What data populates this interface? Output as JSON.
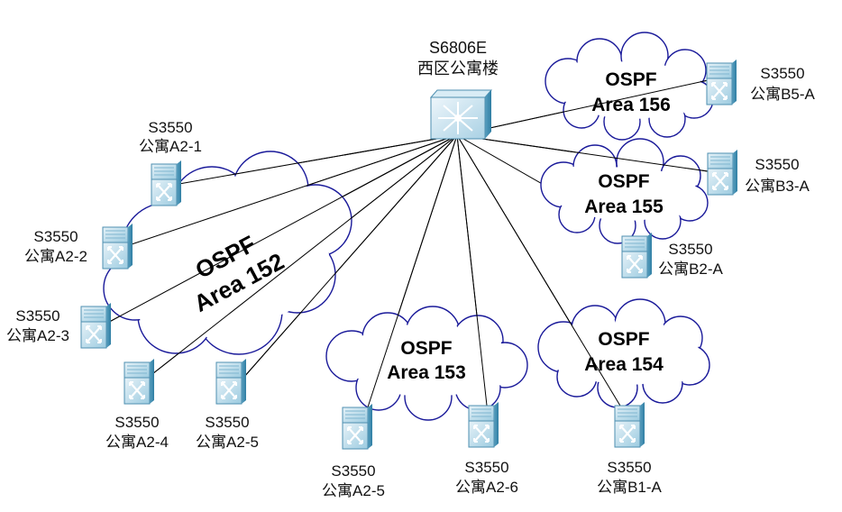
{
  "core": {
    "model": "S6806E",
    "location": "西区公寓楼"
  },
  "areas": {
    "a152": {
      "protocol": "OSPF",
      "name": "Area 152"
    },
    "a153": {
      "protocol": "OSPF",
      "name": "Area 153"
    },
    "a154": {
      "protocol": "OSPF",
      "name": "Area 154"
    },
    "a155": {
      "protocol": "OSPF",
      "name": "Area 155"
    },
    "a156": {
      "protocol": "OSPF",
      "name": "Area 156"
    }
  },
  "switches": {
    "a2_1": {
      "model": "S3550",
      "location": "公寓A2-1"
    },
    "a2_2": {
      "model": "S3550",
      "location": "公寓A2-2"
    },
    "a2_3": {
      "model": "S3550",
      "location": "公寓A2-3"
    },
    "a2_4": {
      "model": "S3550",
      "location": "公寓A2-4"
    },
    "a2_5": {
      "model": "S3550",
      "location": "公寓A2-5"
    },
    "a2_5b": {
      "model": "S3550",
      "location": "公寓A2-5"
    },
    "a2_6": {
      "model": "S3550",
      "location": "公寓A2-6"
    },
    "b1_a": {
      "model": "S3550",
      "location": "公寓B1-A"
    },
    "b2_a": {
      "model": "S3550",
      "location": "公寓B2-A"
    },
    "b3_a": {
      "model": "S3550",
      "location": "公寓B3-A"
    },
    "b5_a": {
      "model": "S3550",
      "location": "公寓B5-A"
    }
  },
  "colors": {
    "cloud_stroke": "#1a1a9a",
    "switch_light": "#cfe4ef",
    "switch_mid": "#7fb6d0",
    "switch_dark": "#3d86a8",
    "link": "#000000"
  }
}
